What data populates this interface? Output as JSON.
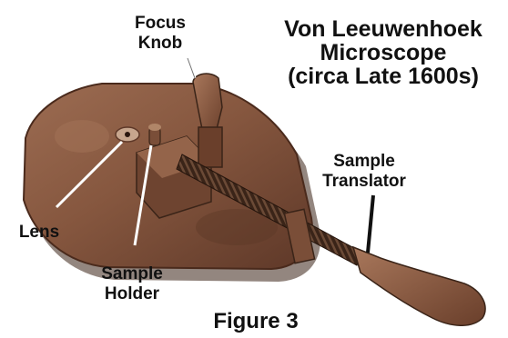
{
  "title": {
    "line1": "Von Leeuwenhoek",
    "line2": "Microscope",
    "line3": "(circa Late 1600s)"
  },
  "labels": {
    "focus_knob": [
      "Focus",
      "Knob"
    ],
    "sample_translator": [
      "Sample",
      "Translator"
    ],
    "lens": "Lens",
    "sample_holder": [
      "Sample",
      "Holder"
    ]
  },
  "caption": "Figure 3",
  "colors": {
    "plate": "#8a5a42",
    "plate_dark": "#4a2a1c",
    "screw": "#3a2418",
    "leader": "#ffffff",
    "text": "#111111"
  }
}
